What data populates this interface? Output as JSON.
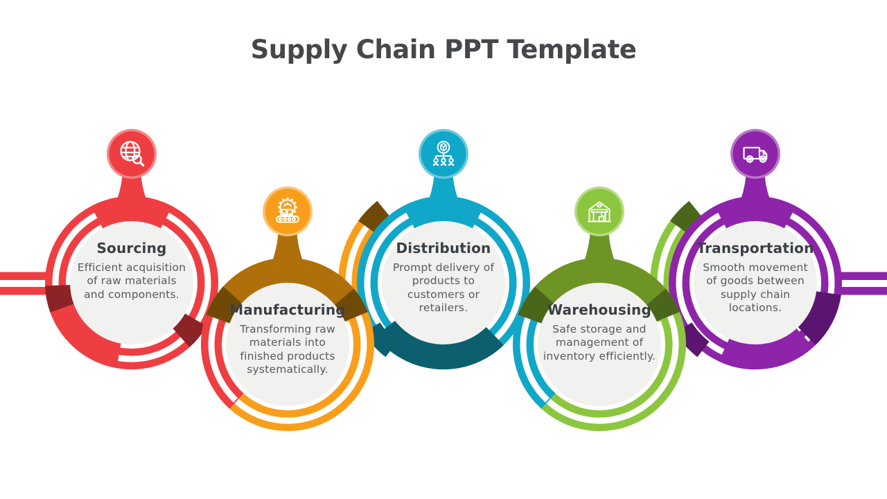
{
  "title": "Supply Chain PPT Template",
  "colors": {
    "background": "#FFFFFF",
    "title_text": "#45484B",
    "heading_text": "#3A3F44",
    "body_text": "#55595D",
    "inner_circle_fill": "#F1F1F0",
    "icon_glyph": "#FFFFFF"
  },
  "stages": [
    {
      "name": "Sourcing",
      "description": "Efficient acquisition\nof raw materials\nand components.",
      "color": "#EE3E42",
      "dark": "#8C2326",
      "body": "#EE3E42",
      "icon": "globe-search-icon",
      "position": "high"
    },
    {
      "name": "Manufacturing",
      "description": "Transforming raw\nmaterials into\nfinished products\nsystematically.",
      "color": "#F89E1B",
      "dark": "#6F4A06",
      "body": "#AF6F0A",
      "icon": "factory-conveyor-icon",
      "position": "low"
    },
    {
      "name": "Distribution",
      "description": "Prompt delivery of\nproducts to\ncustomers or\nretailers.",
      "color": "#10A7C9",
      "dark": "#0B5F6E",
      "body": "#10A7C9",
      "icon": "distribution-network-icon",
      "position": "high"
    },
    {
      "name": "Warehousing",
      "description": "Safe storage and\nmanagement of\ninventory efficiently.",
      "color": "#8CC63F",
      "dark": "#4A661A",
      "body": "#6E9426",
      "icon": "warehouse-icon",
      "position": "low"
    },
    {
      "name": "Transportation",
      "description": "Smooth movement\nof goods between\nsupply chain\nlocations.",
      "color": "#8E24AA",
      "dark": "#5B1570",
      "body": "#8E24AA",
      "icon": "truck-icon",
      "position": "high"
    }
  ]
}
